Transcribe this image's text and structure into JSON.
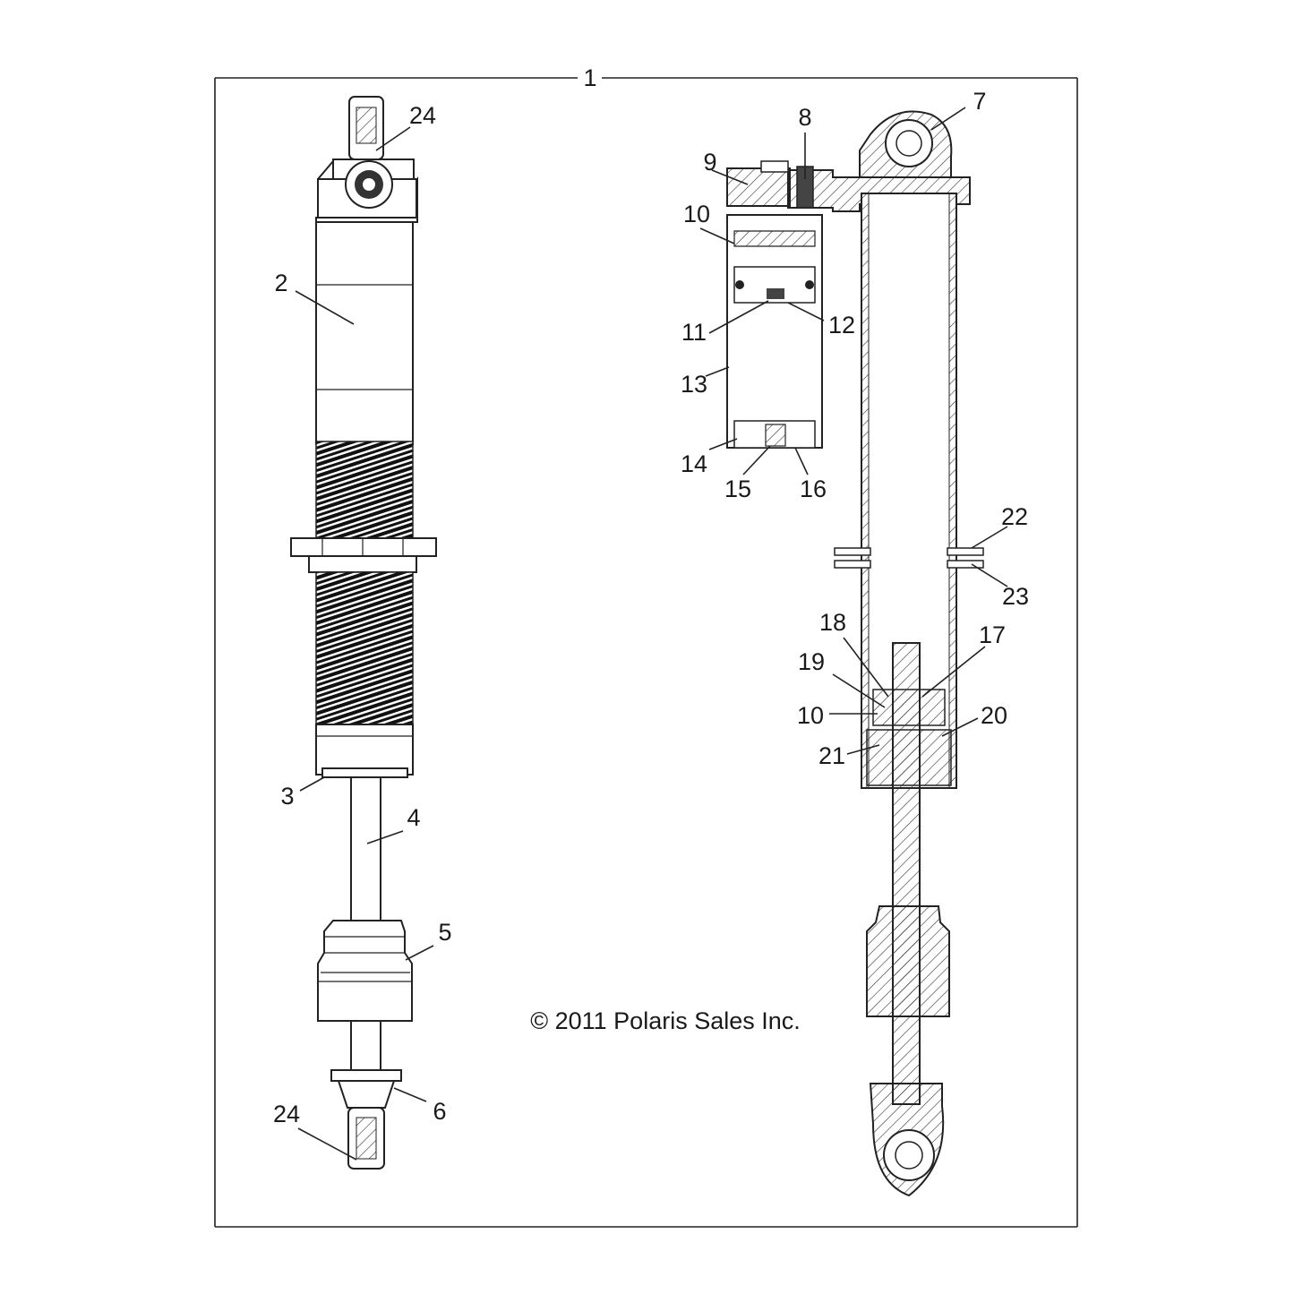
{
  "diagram": {
    "copyright": "© 2011 Polaris Sales Inc.",
    "callouts": [
      "1",
      "24",
      "2",
      "3",
      "4",
      "5",
      "6",
      "24",
      "7",
      "8",
      "9",
      "10",
      "11",
      "12",
      "13",
      "14",
      "15",
      "16",
      "22",
      "23",
      "18",
      "17",
      "19",
      "10",
      "20",
      "21"
    ],
    "colors": {
      "ink": "#222222",
      "background": "#ffffff"
    }
  }
}
